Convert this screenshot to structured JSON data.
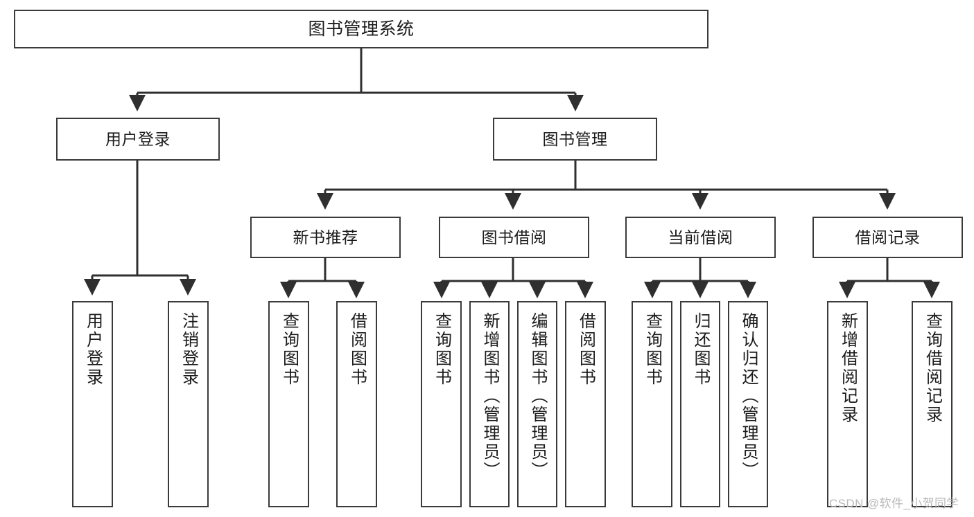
{
  "diagram": {
    "title": "图书管理系统",
    "type": "hierarchy-tree",
    "colors": {
      "box_border": "#3a3a3a",
      "box_fill": "#ffffff",
      "connector": "#2f2f2f",
      "text": "#1b1b1b",
      "watermark": "#b9b9b9"
    },
    "levels": [
      {
        "level": 1,
        "nodes": [
          {
            "id": "root",
            "label": "图书管理系统",
            "orientation": "horizontal"
          }
        ]
      },
      {
        "level": 2,
        "nodes": [
          {
            "id": "user-login",
            "label": "用户登录",
            "orientation": "horizontal",
            "parent": "root"
          },
          {
            "id": "book-manage",
            "label": "图书管理",
            "orientation": "horizontal",
            "parent": "root"
          }
        ]
      },
      {
        "level": 3,
        "nodes": [
          {
            "id": "new-book-recommend",
            "label": "新书推荐",
            "orientation": "horizontal",
            "parent": "book-manage"
          },
          {
            "id": "book-borrow",
            "label": "图书借阅",
            "orientation": "horizontal",
            "parent": "book-manage"
          },
          {
            "id": "current-borrow",
            "label": "当前借阅",
            "orientation": "horizontal",
            "parent": "book-manage"
          },
          {
            "id": "borrow-record",
            "label": "借阅记录",
            "orientation": "horizontal",
            "parent": "book-manage"
          }
        ]
      },
      {
        "level": 4,
        "nodes": [
          {
            "id": "leaf-user-login",
            "label": "用户登录",
            "orientation": "vertical",
            "parent": "user-login"
          },
          {
            "id": "leaf-user-logout",
            "label": "注销登录",
            "orientation": "vertical",
            "parent": "user-login"
          },
          {
            "id": "leaf-query-book-1",
            "label": "查询图书",
            "orientation": "vertical",
            "parent": "new-book-recommend"
          },
          {
            "id": "leaf-borrow-book-1",
            "label": "借阅图书",
            "orientation": "vertical",
            "parent": "new-book-recommend"
          },
          {
            "id": "leaf-query-book-2",
            "label": "查询图书",
            "orientation": "vertical",
            "parent": "book-borrow"
          },
          {
            "id": "leaf-add-book",
            "label": "新增图书（管理员）",
            "orientation": "vertical",
            "parent": "book-borrow"
          },
          {
            "id": "leaf-edit-book",
            "label": "编辑图书（管理员）",
            "orientation": "vertical",
            "parent": "book-borrow"
          },
          {
            "id": "leaf-borrow-book-2",
            "label": "借阅图书",
            "orientation": "vertical",
            "parent": "book-borrow"
          },
          {
            "id": "leaf-query-book-3",
            "label": "查询图书",
            "orientation": "vertical",
            "parent": "current-borrow"
          },
          {
            "id": "leaf-return-book",
            "label": "归还图书",
            "orientation": "vertical",
            "parent": "current-borrow"
          },
          {
            "id": "leaf-confirm-return",
            "label": "确认归还（管理员）",
            "orientation": "vertical",
            "parent": "current-borrow"
          },
          {
            "id": "leaf-add-record",
            "label": "新增借阅记录",
            "orientation": "vertical",
            "parent": "borrow-record"
          },
          {
            "id": "leaf-query-record",
            "label": "查询借阅记录",
            "orientation": "vertical",
            "parent": "borrow-record"
          }
        ]
      }
    ],
    "watermark": "CSDN @软件_小贺同学"
  }
}
